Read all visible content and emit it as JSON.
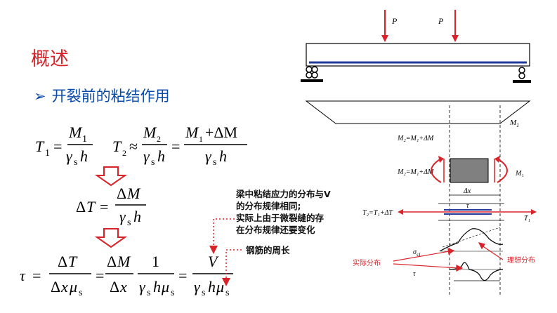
{
  "slide": {
    "title": "概述",
    "bullet_marker": "➢",
    "bullet_text": "开裂前的粘结作用"
  },
  "annotations": {
    "note_lines": [
      "梁中粘结应力的分布与V",
      "的分布规律相同;",
      "实际上由于微裂缝的存",
      "在分布规律还要变化"
    ],
    "note2": "钢筋的周长"
  },
  "diagram_labels": {
    "load": "P",
    "m1_top": "M",
    "m1_top_sub": "1",
    "m2_expr": "M₂=M₁+ΔM",
    "m1_side": "M₁",
    "dx": "Δx",
    "tau": "τ",
    "t2_expr": "T₂=T₁+ΔT",
    "t1": "T₁",
    "sigma": "σ",
    "sigma_sub": "s1",
    "actual": "实际分布",
    "ideal": "理想分布",
    "tau_low": "τ"
  },
  "colors": {
    "title": "#d8232a",
    "bullet": "#0a4aa8",
    "red": "#d8232a",
    "blue": "#1f3c9a"
  }
}
